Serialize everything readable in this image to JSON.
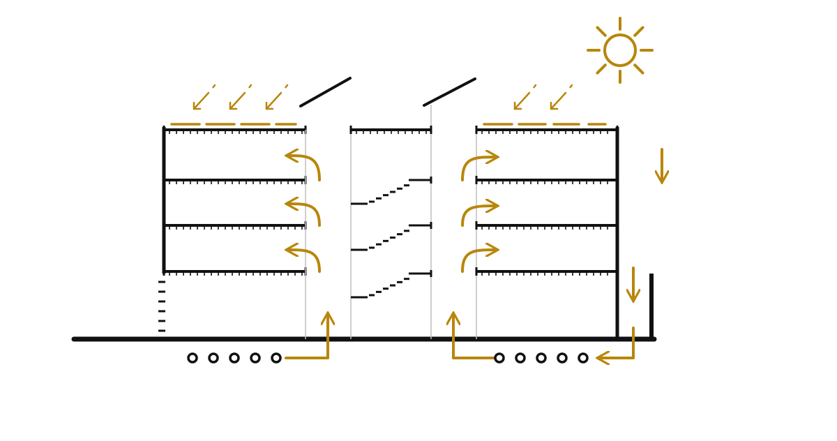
{
  "diagram": {
    "type": "architectural-section-climate",
    "colors": {
      "structure": "#111111",
      "flow": "#b8860b",
      "divider": "#bdbdbd",
      "background": "#ffffff"
    },
    "elements": {
      "left_building_floors": 4,
      "right_building_floors": 4,
      "atrium_stair_flights": 3,
      "atrium_roof_panels": 2,
      "intake_pipe_groups": 2,
      "pipes_per_group": 5,
      "solar_rays": 8
    },
    "icons": [
      "sun-icon",
      "rain-icon",
      "air-flow-arrow-icon",
      "ground-pipe-icon",
      "stair-icon",
      "louver-panel-icon"
    ]
  }
}
